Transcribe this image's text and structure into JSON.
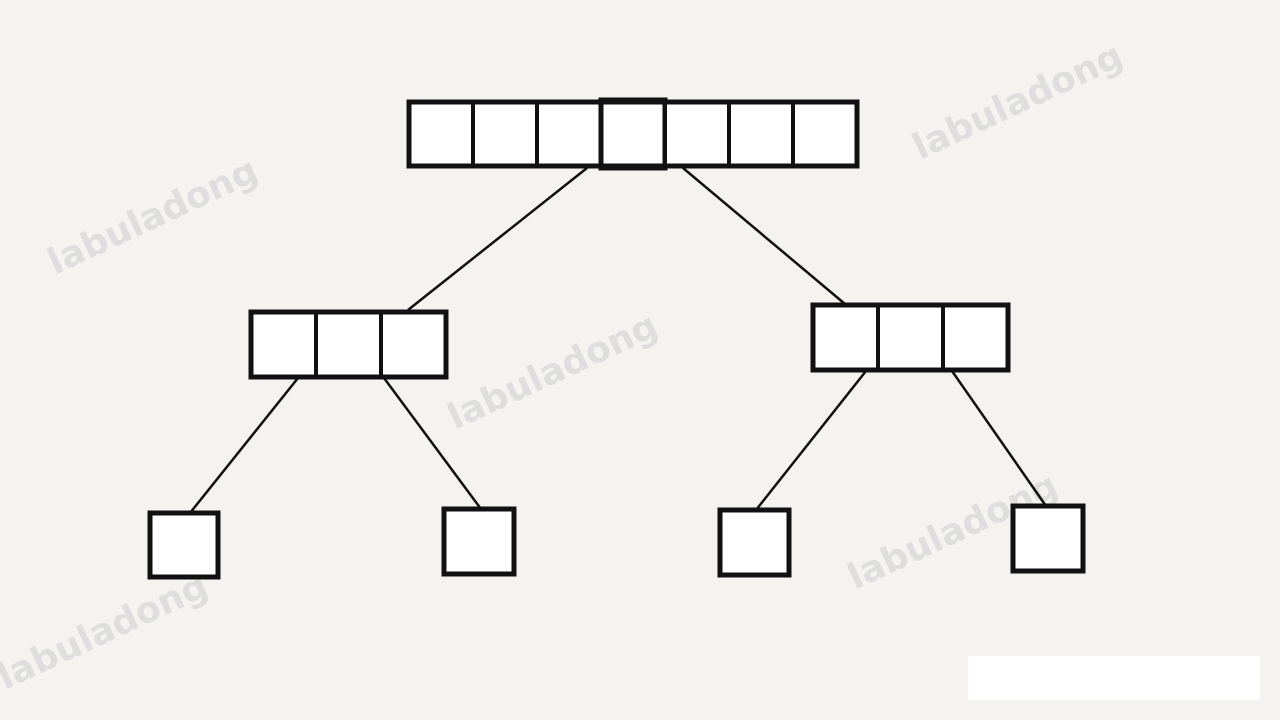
{
  "diagram": {
    "type": "segment-tree-array-nodes",
    "watermark_text": "labuladong",
    "colors": {
      "background": "#f4f3f0",
      "stroke": "#111111",
      "cell_fill": "#ffffff",
      "watermark": "#d8d8d8"
    },
    "nodes": [
      {
        "id": "root",
        "cells": 7,
        "highlighted_cell": 4
      },
      {
        "id": "left-child",
        "cells": 3,
        "parent": "root"
      },
      {
        "id": "right-child",
        "cells": 3,
        "parent": "root"
      },
      {
        "id": "leaf-1",
        "cells": 1,
        "parent": "left-child"
      },
      {
        "id": "leaf-2",
        "cells": 1,
        "parent": "left-child"
      },
      {
        "id": "leaf-3",
        "cells": 1,
        "parent": "right-child"
      },
      {
        "id": "leaf-4",
        "cells": 1,
        "parent": "right-child"
      }
    ]
  }
}
